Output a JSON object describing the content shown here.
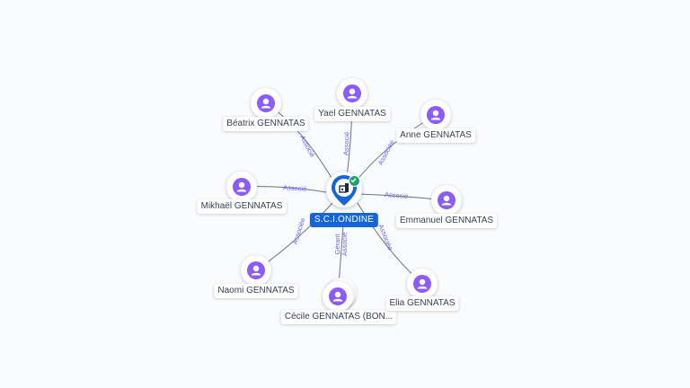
{
  "center": {
    "name": "S.C.I.ONDINE",
    "icon": "building-icon",
    "verified_icon": "check-badge-icon",
    "colors": {
      "pin": "#1565d8",
      "badge": "#22a06b"
    }
  },
  "person_color": "#8b5cf6",
  "people": [
    {
      "id": "beatrix",
      "name": "Béatrix GENNATAS",
      "relation": "Associé"
    },
    {
      "id": "yael",
      "name": "Yael GENNATAS",
      "relation": "Associé"
    },
    {
      "id": "anne",
      "name": "Anne GENNATAS",
      "relation": "Associée"
    },
    {
      "id": "mikhael",
      "name": "Mikhaël GENNATAS",
      "relation": "Associé"
    },
    {
      "id": "emmanuel",
      "name": "Emmanuel GENNATAS",
      "relation": "Associé"
    },
    {
      "id": "naomi",
      "name": "Naomi GENNATAS",
      "relation": "Associée"
    },
    {
      "id": "cecile",
      "name": "Cécile GENNATAS (BON...",
      "relation": "Gérant",
      "relation2": "Associé"
    },
    {
      "id": "elia",
      "name": "Elia GENNATAS",
      "relation": "Associée"
    }
  ]
}
